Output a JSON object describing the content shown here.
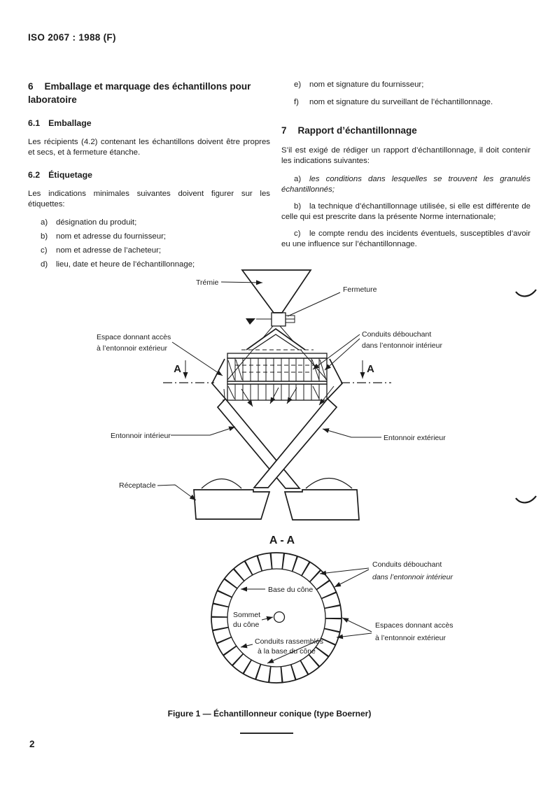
{
  "header": {
    "doc_ref": "ISO 2067 : 1988 (F)"
  },
  "page_number": "2",
  "section6": {
    "number": "6",
    "title": "Emballage et marquage des échantillons pour laboratoire",
    "sub61": {
      "number": "6.1",
      "title": "Emballage",
      "body": "Les récipients (4.2) contenant les échantillons doivent être propres et secs, et à fermeture étanche."
    },
    "sub62": {
      "number": "6.2",
      "title": "Étiquetage",
      "intro": "Les indications minimales suivantes doivent figurer sur les étiquettes:",
      "items": [
        {
          "label": "a)",
          "text": "désignation du produit;"
        },
        {
          "label": "b)",
          "text": "nom et adresse du fournisseur;"
        },
        {
          "label": "c)",
          "text": "nom et adresse de l’acheteur;"
        },
        {
          "label": "d)",
          "text": "lieu, date et heure de l’échantillonnage;"
        },
        {
          "label": "e)",
          "text": "nom et signature du fournisseur;"
        },
        {
          "label": "f)",
          "text": "nom et signature du surveillant de l’échantillonnage."
        }
      ]
    }
  },
  "section7": {
    "number": "7",
    "title": "Rapport d’échantillonnage",
    "intro": "S’il est exigé de rédiger un rapport d’échantillonnage, il doit contenir les indications suivantes:",
    "items": [
      {
        "label": "a)",
        "text": "les conditions dans lesquelles se trouvent les granulés échantillonnés;"
      },
      {
        "label": "b)",
        "text": "la technique d’échantillonnage utilisée, si elle est différente de celle qui est prescrite dans la présente Norme internationale;"
      },
      {
        "label": "c)",
        "text": "le compte rendu des incidents éventuels, susceptibles d’avoir eu une influence sur l’échantillonnage."
      }
    ]
  },
  "figure": {
    "caption": "Figure 1 — Échantillonneur conique (type Boerner)",
    "section_title": "A - A",
    "section_marker": "A",
    "labels": {
      "tremie": "Trémie",
      "fermeture": "Fermeture",
      "espace_acces": [
        "Espace donnant accès",
        "à l’entonnoir extérieur"
      ],
      "conduits_debouchant": [
        "Conduits débouchant",
        "dans l’entonnoir intérieur"
      ],
      "entonnoir_interieur": "Entonnoir intérieur",
      "entonnoir_exterieur": "Entonnoir extérieur",
      "receptacle": "Réceptacle",
      "base_cone": "Base du cône",
      "sommet_cone": [
        "Sommet",
        "du cône"
      ],
      "conduits_rassembles": [
        "Conduits rassemblés",
        "à la base du cône"
      ],
      "conduits_debouchant2": [
        "Conduits débouchant",
        "dans l’entonnoir intérieur"
      ],
      "espaces_acces2": [
        "Espaces donnant accès",
        "à l’entonnoir extérieur"
      ]
    }
  }
}
